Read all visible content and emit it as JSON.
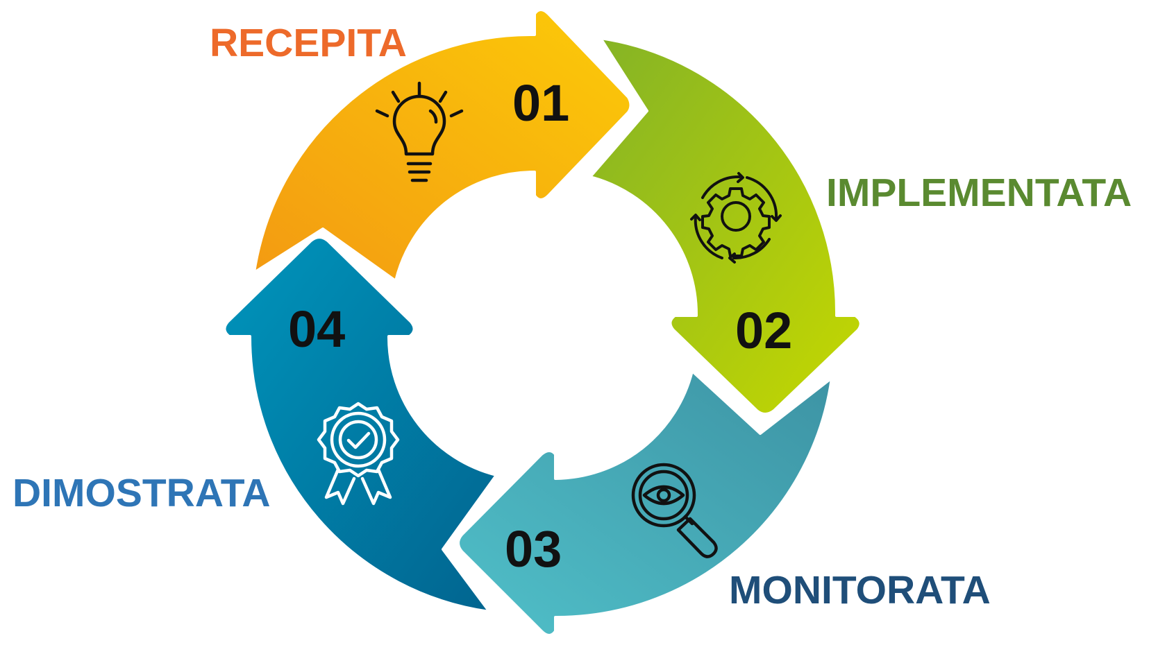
{
  "stages": [
    {
      "number": "01",
      "label": "RECEPITA",
      "label_color": "#ED6A2A",
      "icon": "lightbulb-icon"
    },
    {
      "number": "02",
      "label": "IMPLEMENTATA",
      "label_color": "#5A8A30",
      "icon": "gear-cycle-icon"
    },
    {
      "number": "03",
      "label": "MONITORATA",
      "label_color": "#1F4E79",
      "icon": "magnifier-eye-icon"
    },
    {
      "number": "04",
      "label": "DIMOSTRATA",
      "label_color": "#2E75B6",
      "icon": "badge-check-icon"
    }
  ],
  "colors": {
    "segment1": [
      "#F39A12",
      "#FCCB08"
    ],
    "segment2": [
      "#84B326",
      "#C5D800"
    ],
    "segment3": [
      "#3D93A4",
      "#50C0C9"
    ],
    "segment4": [
      "#0095BC",
      "#01648F"
    ]
  }
}
